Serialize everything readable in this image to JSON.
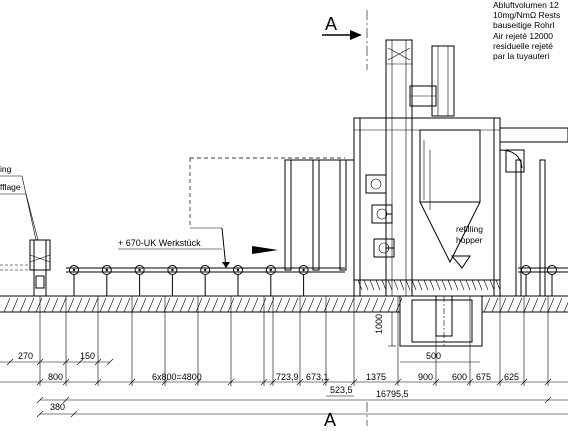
{
  "section_marker": {
    "letter_top": "A",
    "letter_bottom": "A"
  },
  "exhaust_note_de": [
    "Abluftvolumen 12",
    "10mg/NmΩ Rests",
    "bauseitige Rohrl"
  ],
  "exhaust_note_fr": [
    "Air rejeté 12000",
    "residuelle rejeté",
    "par la tuyauteri"
  ],
  "left_notes": [
    "ing",
    "fflage"
  ],
  "workpiece_label": "+ 670-UK Werkstück",
  "hopper_label": [
    "refilling",
    "hopper"
  ],
  "vertical_dim": "1000",
  "dimensions": {
    "row1": [
      "270",
      "150"
    ],
    "row1b": [
      "500"
    ],
    "row2": [
      "800",
      "6x800=4800",
      "723,9",
      "673,1",
      "1375",
      "900",
      "600",
      "675",
      "625"
    ],
    "row3": [
      "523,5"
    ],
    "row4": [
      "380",
      "16795,5"
    ]
  }
}
